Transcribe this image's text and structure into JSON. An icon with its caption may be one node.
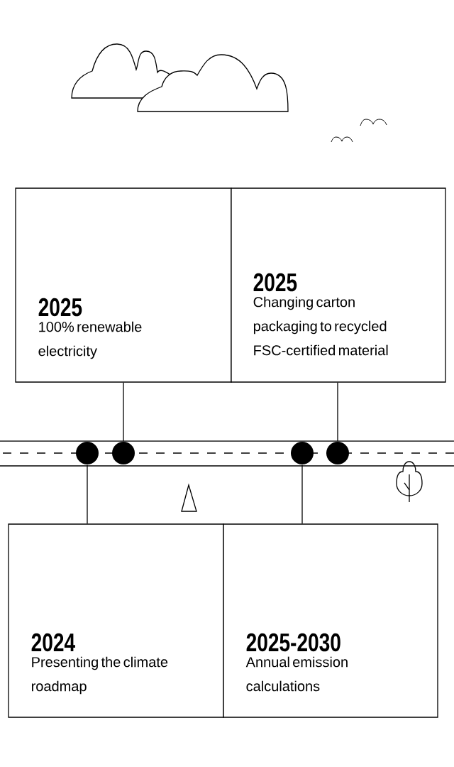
{
  "diagram": {
    "nodes": [
      {
        "text": [
          "2025",
          "100% renewable electricity"
        ]
      },
      {
        "text": [
          "2025",
          "Changing carton packaging to recycled FSC-certified material"
        ]
      },
      {
        "text": [],
        "shape": "circle"
      },
      {
        "text": [],
        "shape": "circle"
      },
      {
        "text": [],
        "shape": "circle"
      },
      {
        "text": [],
        "shape": "circle"
      },
      {
        "text": [
          "2024",
          "Presenting the climate roadmap"
        ]
      },
      {
        "text": [
          "2025-2030",
          "Annual emission calculations"
        ]
      }
    ],
    "edges": [
      {
        "from": 0,
        "to": 3,
        "arrow": "none"
      },
      {
        "from": 1,
        "to": 5,
        "arrow": "none"
      },
      {
        "from": 2,
        "to": 6,
        "arrow": "none"
      },
      {
        "from": 4,
        "to": 7,
        "arrow": "none"
      }
    ]
  }
}
